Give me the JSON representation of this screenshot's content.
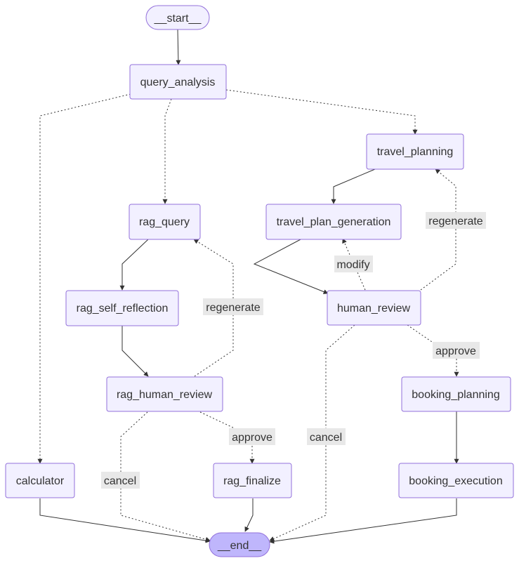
{
  "diagram": {
    "nodes": {
      "start": "__start__",
      "query_analysis": "query_analysis",
      "travel_planning": "travel_planning",
      "rag_query": "rag_query",
      "travel_plan_generation": "travel_plan_generation",
      "rag_self_reflection": "rag_self_reflection",
      "human_review": "human_review",
      "rag_human_review": "rag_human_review",
      "booking_planning": "booking_planning",
      "calculator": "calculator",
      "rag_finalize": "rag_finalize",
      "booking_execution": "booking_execution",
      "end": "__end__"
    },
    "edge_labels": {
      "regenerate_travel": "regenerate",
      "modify": "modify",
      "regenerate_rag": "regenerate",
      "approve_travel": "approve",
      "approve_rag": "approve",
      "cancel_travel": "cancel",
      "cancel_rag": "cancel"
    }
  }
}
